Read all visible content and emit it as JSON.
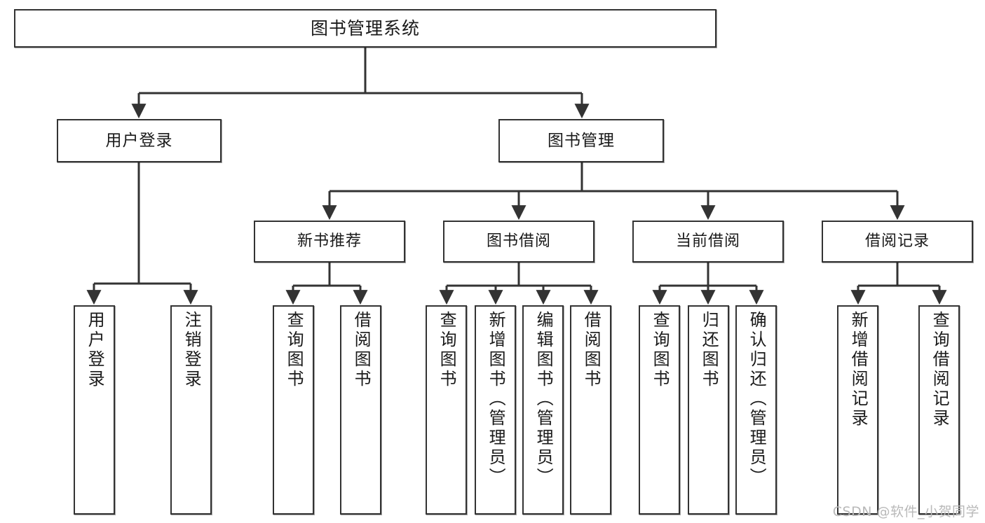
{
  "diagram": {
    "title": "图书管理系统",
    "watermark": "CSDN @软件_小贺同学",
    "line_color": "#333333",
    "box_fill": "#ffffff",
    "text_color": "#1a1a1a",
    "watermark_color": "#b9b9b9"
  },
  "root": {
    "label": "图书管理系统"
  },
  "level2": [
    {
      "label": "用户登录"
    },
    {
      "label": "图书管理"
    }
  ],
  "level3": [
    {
      "label": "新书推荐"
    },
    {
      "label": "图书借阅"
    },
    {
      "label": "当前借阅"
    },
    {
      "label": "借阅记录"
    }
  ],
  "leaves": {
    "user_login": [
      {
        "label": "用户登录"
      },
      {
        "label": "注销登录"
      }
    ],
    "new_book": [
      {
        "label": "查询图书"
      },
      {
        "label": "借阅图书"
      }
    ],
    "borrow": [
      {
        "label": "查询图书"
      },
      {
        "label": "新增图书（管理员）"
      },
      {
        "label": "编辑图书（管理员）"
      },
      {
        "label": "借阅图书"
      }
    ],
    "current": [
      {
        "label": "查询图书"
      },
      {
        "label": "归还图书"
      },
      {
        "label": "确认归还（管理员）"
      }
    ],
    "records": [
      {
        "label": "新增借阅记录"
      },
      {
        "label": "查询借阅记录"
      }
    ]
  }
}
